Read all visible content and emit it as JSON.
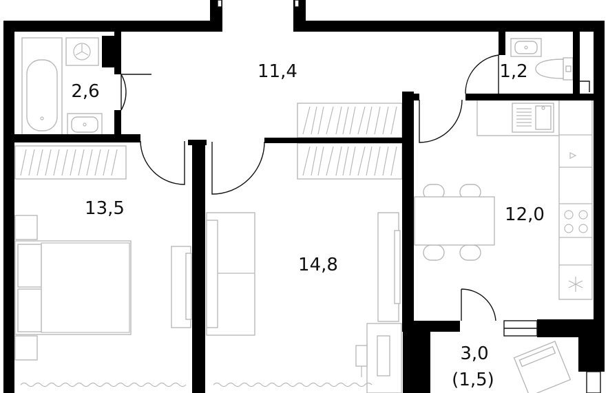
{
  "rooms": [
    {
      "id": "bathroom",
      "area": "2,6"
    },
    {
      "id": "hallway",
      "area": "11,4"
    },
    {
      "id": "toilet",
      "area": "1,2"
    },
    {
      "id": "bedroom",
      "area": "13,5"
    },
    {
      "id": "living-room",
      "area": "14,8"
    },
    {
      "id": "kitchen",
      "area": "12,0"
    },
    {
      "id": "balcony",
      "area": "3,0",
      "reduced_area": "(1,5)"
    }
  ],
  "colors": {
    "wall": "#000000",
    "furniture": "#b9b9b9",
    "label": "#111111",
    "background": "#ffffff"
  }
}
